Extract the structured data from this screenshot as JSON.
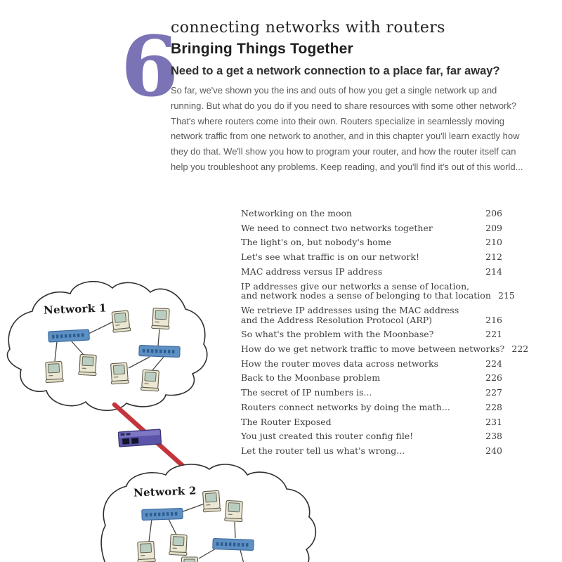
{
  "page": {
    "chapter_number": "6",
    "chapter_topic": "connecting networks with routers",
    "chapter_title": "Bringing Things Together",
    "intro_heading": "Need to a get a network connection to a place far, far away?",
    "intro_body": "So far, we've shown you the ins and outs of how you get a single network up and running. But what do you do if you need to share resources with some other network? That's where routers come into their own. Routers specialize in seamlessly moving network traffic from one network to another, and in this chapter you'll learn exactly how they do that. We'll show you how to program your router, and how the router itself can help you troubleshoot any problems. Keep reading, and you'll find it's out of this world..."
  },
  "toc": {
    "entries": [
      {
        "title": "Networking on the moon",
        "page": "206"
      },
      {
        "title": "We need to connect two networks together",
        "page": "209"
      },
      {
        "title": "The light's on, but nobody's home",
        "page": "210"
      },
      {
        "title": "Let's see what traffic is on our network!",
        "page": "212"
      },
      {
        "title": "MAC address versus IP address",
        "page": "214"
      },
      {
        "title": "IP addresses give our networks a sense of location,",
        "title2": "and network nodes a sense of belonging to that location",
        "page": "215"
      },
      {
        "title": "We retrieve IP addresses using the MAC address",
        "title2": "and the Address Resolution Protocol (ARP)",
        "page": "216"
      },
      {
        "title": "So what's the problem with the Moonbase?",
        "page": "221"
      },
      {
        "title": "How do we get network traffic to move between networks?",
        "page": "222"
      },
      {
        "title": "How the router moves data across networks",
        "page": "224"
      },
      {
        "title": "Back to the Moonbase problem",
        "page": "226"
      },
      {
        "title": "The secret of IP numbers is...",
        "page": "227"
      },
      {
        "title": "Routers connect networks by doing the math...",
        "page": "228"
      },
      {
        "title": "The Router Exposed",
        "page": "231"
      },
      {
        "title": "You just created this router config file!",
        "page": "238"
      },
      {
        "title": "Let the router tell us what's wrong...",
        "page": "240"
      }
    ]
  },
  "illustration": {
    "network1_label": "Network 1",
    "network2_label": "Network 2",
    "icons": [
      "cloud",
      "computer-icon",
      "switch-icon",
      "router-icon",
      "cable"
    ],
    "colors": {
      "chapter_number_purple": "#7a73b5",
      "router_purple": "#5a54aa",
      "switch_blue": "#5e90c4",
      "cable_red": "#c4343c",
      "computer_body": "#ebe7d3",
      "computer_screen": "#b9cec0",
      "cloud_outline": "#2f2f2f"
    }
  }
}
